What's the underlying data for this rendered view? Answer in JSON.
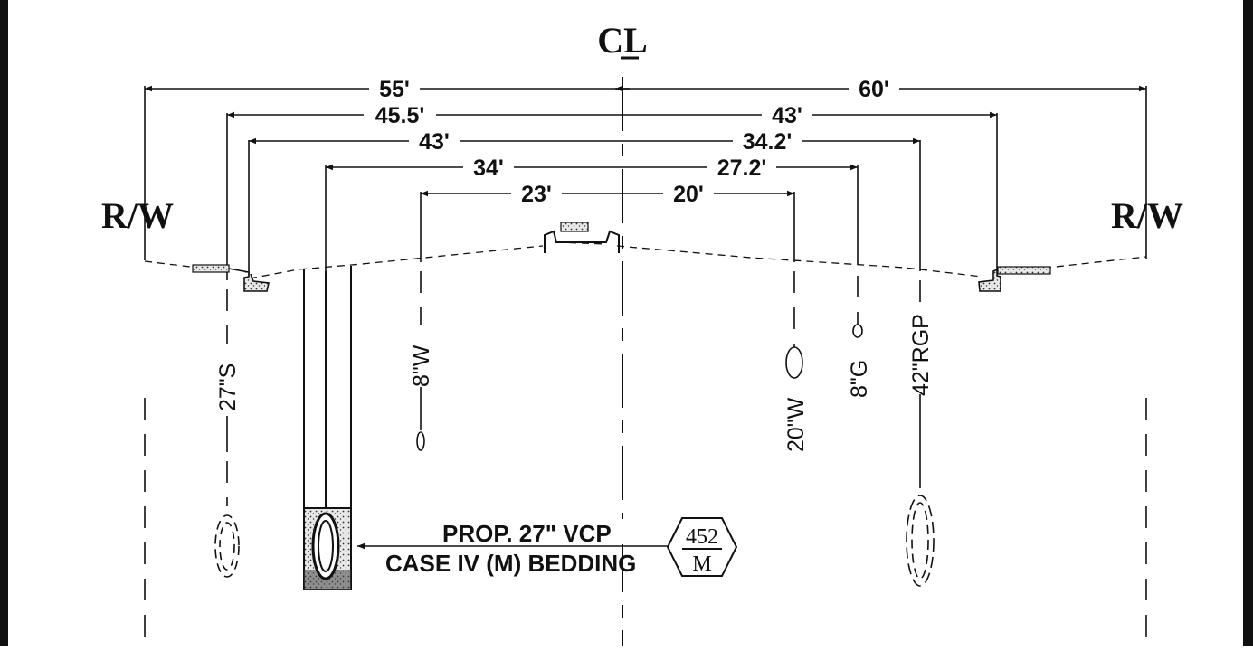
{
  "centerline_label": "CL",
  "right_of_way": {
    "left_label": "R/W",
    "right_label": "R/W"
  },
  "dimensions": {
    "left": [
      "55'",
      "45.5'",
      "43'",
      "34'",
      "23'"
    ],
    "right": [
      "60'",
      "43'",
      "34.2'",
      "27.2'",
      "20'"
    ]
  },
  "utilities": {
    "sewer_27": "27\"S",
    "water_8": "8\"W",
    "water_20": "20\"W",
    "gas_8": "8\"G",
    "rgp_42": "42\"RGP"
  },
  "proposed": {
    "line1": "PROP. 27\" VCP",
    "line2": "CASE IV (M) BEDDING"
  },
  "detail_tag": {
    "number": "452",
    "sheet": "M"
  }
}
